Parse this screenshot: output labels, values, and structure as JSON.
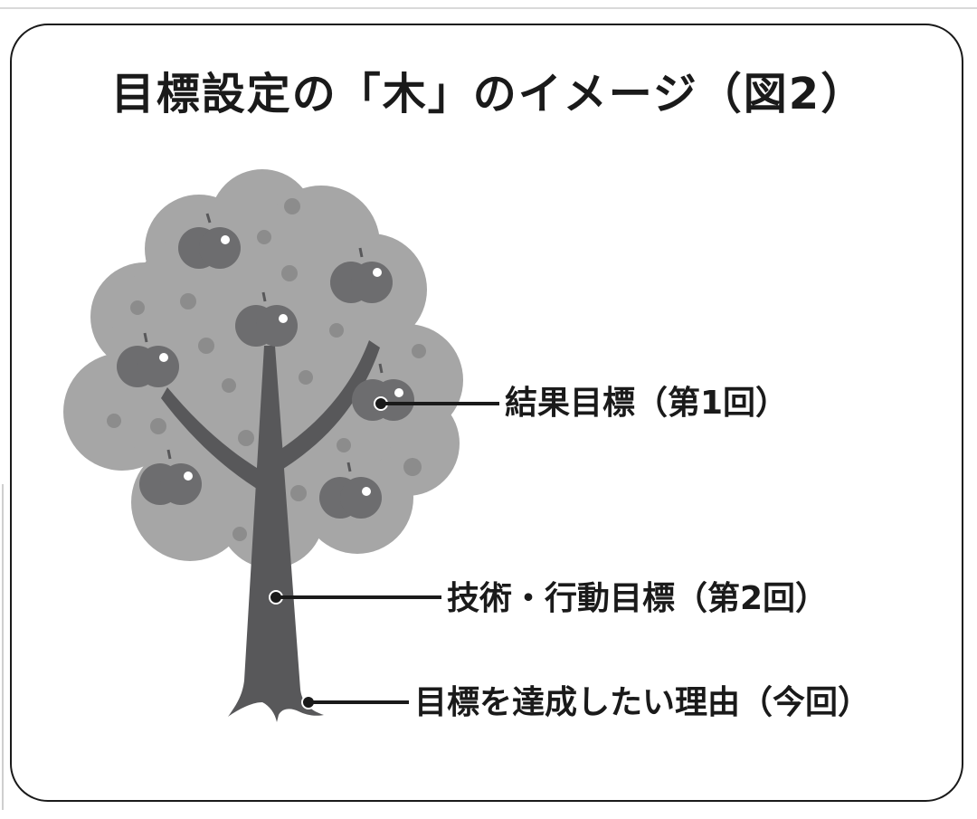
{
  "title": "目標設定の「木」のイメージ（図2）",
  "diagram": {
    "labels": {
      "result_goal": "結果目標（第1回）",
      "skill_action_goal": "技術・行動目標（第2回）",
      "reason_goal": "目標を達成したい理由（今回）"
    },
    "icons": {
      "tree": "tree-icon",
      "apple": "apple-icon"
    },
    "colors": {
      "canopy": "#a6a6a6",
      "trunk": "#58585a",
      "apple": "#6d6d6f",
      "dot": "#8c8c8c",
      "line": "#1a1a1a",
      "frame": "#1a1a1a"
    }
  }
}
